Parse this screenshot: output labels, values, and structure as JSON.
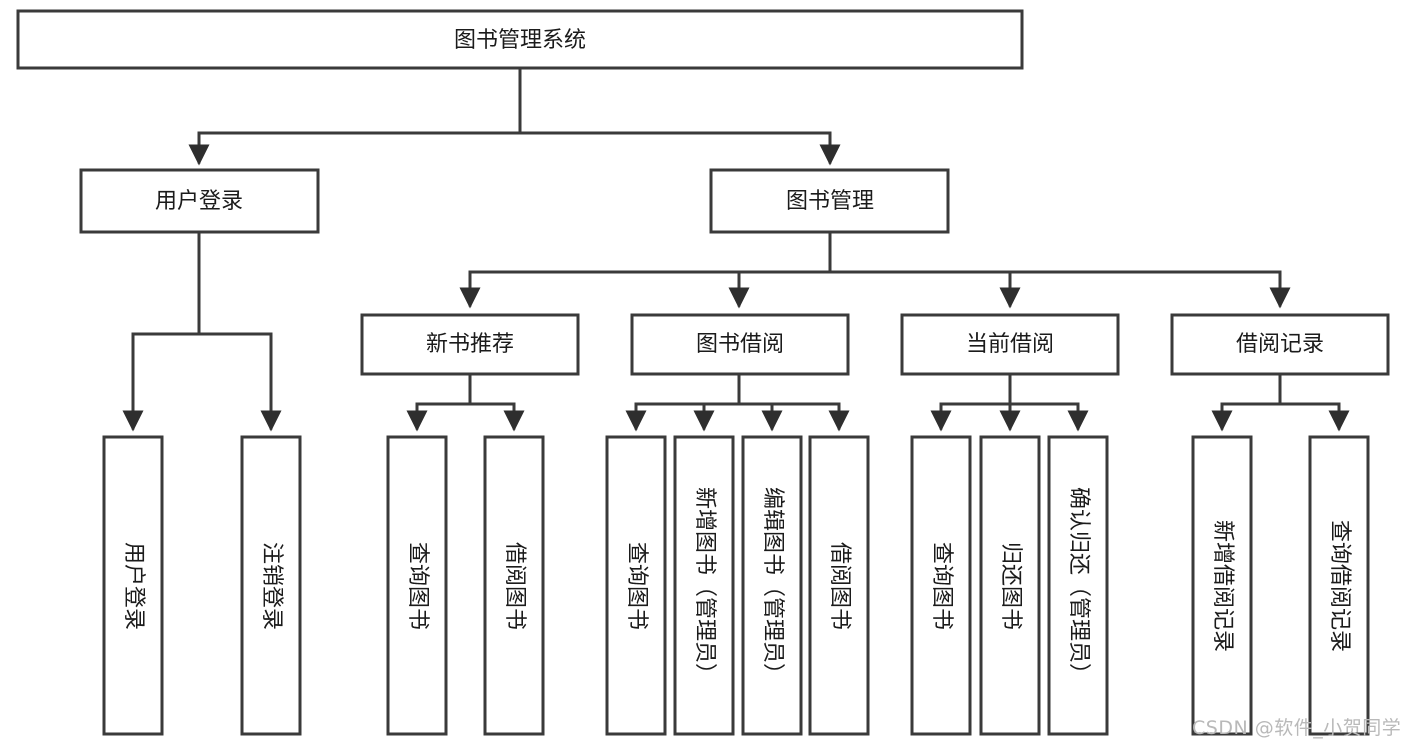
{
  "diagram": {
    "type": "tree",
    "title": "图书管理系统",
    "orientation": "top-down",
    "colors": {
      "box_stroke": "#3a3a3a",
      "box_fill": "#ffffff",
      "edge": "#3a3a3a",
      "text": "#1b1b1b",
      "watermark": "#b9b9b9",
      "background": "#ffffff"
    }
  },
  "root": {
    "label": "图书管理系统"
  },
  "level2": [
    {
      "label": "用户登录"
    },
    {
      "label": "图书管理"
    }
  ],
  "level3": [
    {
      "label": "新书推荐"
    },
    {
      "label": "图书借阅"
    },
    {
      "label": "当前借阅"
    },
    {
      "label": "借阅记录"
    }
  ],
  "leaves": {
    "user_login": [
      {
        "label": "用户登录"
      },
      {
        "label": "注销登录"
      }
    ],
    "new_book": [
      {
        "label": "查询图书"
      },
      {
        "label": "借阅图书"
      }
    ],
    "book_borrow": [
      {
        "label": "查询图书"
      },
      {
        "label": "新增图书（管理员）"
      },
      {
        "label": "编辑图书（管理员）"
      },
      {
        "label": "借阅图书"
      }
    ],
    "current_borrow": [
      {
        "label": "查询图书"
      },
      {
        "label": "归还图书"
      },
      {
        "label": "确认归还（管理员）"
      }
    ],
    "borrow_record": [
      {
        "label": "新增借阅记录"
      },
      {
        "label": "查询借阅记录"
      }
    ]
  },
  "watermark": {
    "text": "CSDN @软件_小贺同学"
  }
}
